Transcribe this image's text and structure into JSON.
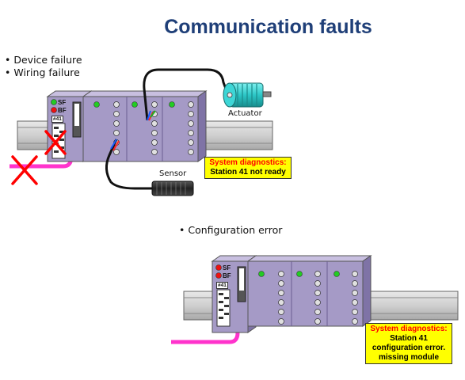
{
  "title": "Communication faults",
  "bullets_top": [
    "Device failure",
    "Wiring failure"
  ],
  "bullet_bottom": "Configuration error",
  "top_diagram": {
    "actuator_label": "Actuator",
    "sensor_label": "Sensor",
    "led_sf": "SF",
    "led_bf": "BF",
    "station_address": "#41",
    "diagnostics_heading": "System diagnostics:",
    "diagnostics_lines": [
      "Station 41 not ready"
    ]
  },
  "bottom_diagram": {
    "led_sf": "SF",
    "led_bf": "BF",
    "station_address": "#41",
    "diagnostics_heading": "System diagnostics:",
    "diagnostics_lines": [
      "Station 41",
      "configuration error.",
      "missing module"
    ]
  },
  "colors": {
    "title": "#1f3f78",
    "module": "#a59ac6",
    "cable_bus": "#ff33cc",
    "fault_cross": "#ff0000",
    "diag_bg": "#ffff00",
    "led_green": "#22cc22",
    "led_red": "#ee1111"
  }
}
